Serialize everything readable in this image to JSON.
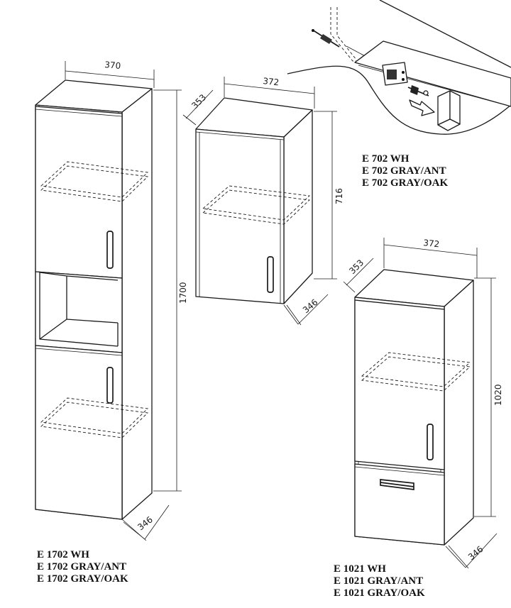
{
  "labels": {
    "tall_cabinet": [
      "E 1702 WH",
      "E 1702 GRAY/ANT",
      "E 1702 GRAY/OAK"
    ],
    "wall_cabinet": [
      "E 702 WH",
      "E 702 GRAY/ANT",
      "E 702 GRAY/OAK"
    ],
    "mid_cabinet": [
      "E 1021 WH",
      "E 1021 GRAY/ANT",
      "E 1021 GRAY/OAK"
    ]
  },
  "dimensions": {
    "tall_cabinet": {
      "width": "370",
      "height": "1700",
      "depth": "346"
    },
    "wall_cabinet": {
      "width": "372",
      "depth_top": "353",
      "height": "716",
      "depth": "346"
    },
    "mid_cabinet": {
      "width": "372",
      "depth_top": "353",
      "height": "1020",
      "depth": "346"
    }
  }
}
